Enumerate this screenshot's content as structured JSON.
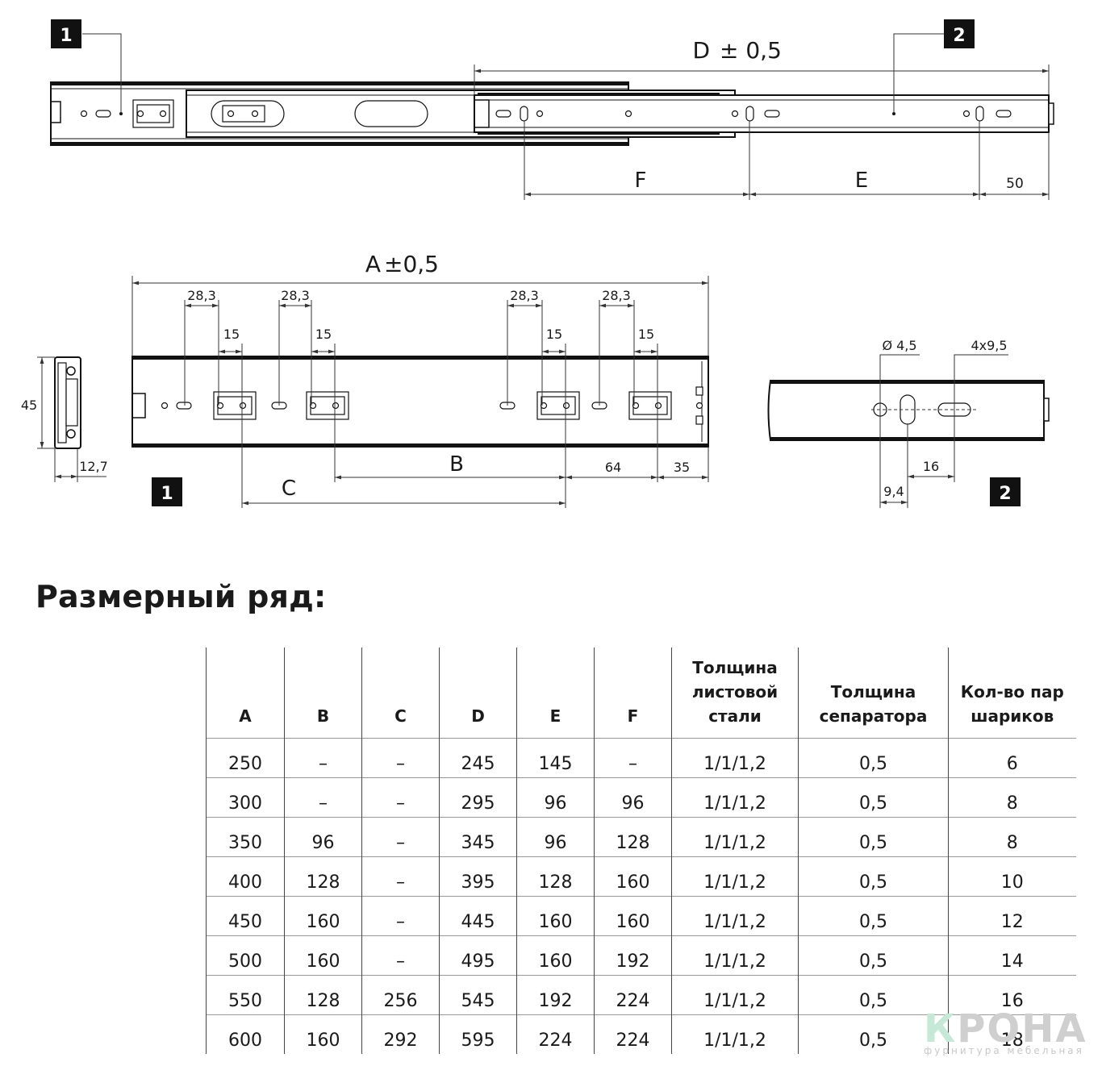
{
  "labels": {
    "badge_1": "1",
    "badge_2": "2",
    "dim_d": "D",
    "dim_d_tol": "± 0,5",
    "dim_a": "A",
    "dim_a_tol": "±0,5",
    "dim_f": "F",
    "dim_e": "E",
    "dim_50": "50",
    "dim_28_3": "28,3",
    "dim_15": "15",
    "dim_45": "45",
    "dim_12_7": "12,7",
    "dim_b": "B",
    "dim_c": "C",
    "dim_64": "64",
    "dim_35": "35",
    "dim_dia": "Ø 4,5",
    "dim_slot": "4x9,5",
    "dim_16": "16",
    "dim_9_4": "9,4"
  },
  "section_title": "Размерный ряд:",
  "table": {
    "headers": [
      "A",
      "B",
      "C",
      "D",
      "E",
      "F",
      "Толщина листовой стали",
      "Толщина сепаратора",
      "Кол-во пар шариков"
    ],
    "rows": [
      [
        "250",
        "–",
        "–",
        "245",
        "145",
        "–",
        "1/1/1,2",
        "0,5",
        "6"
      ],
      [
        "300",
        "–",
        "–",
        "295",
        "96",
        "96",
        "1/1/1,2",
        "0,5",
        "8"
      ],
      [
        "350",
        "96",
        "–",
        "345",
        "96",
        "128",
        "1/1/1,2",
        "0,5",
        "8"
      ],
      [
        "400",
        "128",
        "–",
        "395",
        "128",
        "160",
        "1/1/1,2",
        "0,5",
        "10"
      ],
      [
        "450",
        "160",
        "–",
        "445",
        "160",
        "160",
        "1/1/1,2",
        "0,5",
        "12"
      ],
      [
        "500",
        "160",
        "–",
        "495",
        "160",
        "192",
        "1/1/1,2",
        "0,5",
        "14"
      ],
      [
        "550",
        "128",
        "256",
        "545",
        "192",
        "224",
        "1/1/1,2",
        "0,5",
        "16"
      ],
      [
        "600",
        "160",
        "292",
        "595",
        "224",
        "224",
        "1/1/1,2",
        "0,5",
        "18"
      ]
    ]
  },
  "logo": {
    "word": "КРОНА",
    "tagline": "фурнитура мебельная"
  }
}
